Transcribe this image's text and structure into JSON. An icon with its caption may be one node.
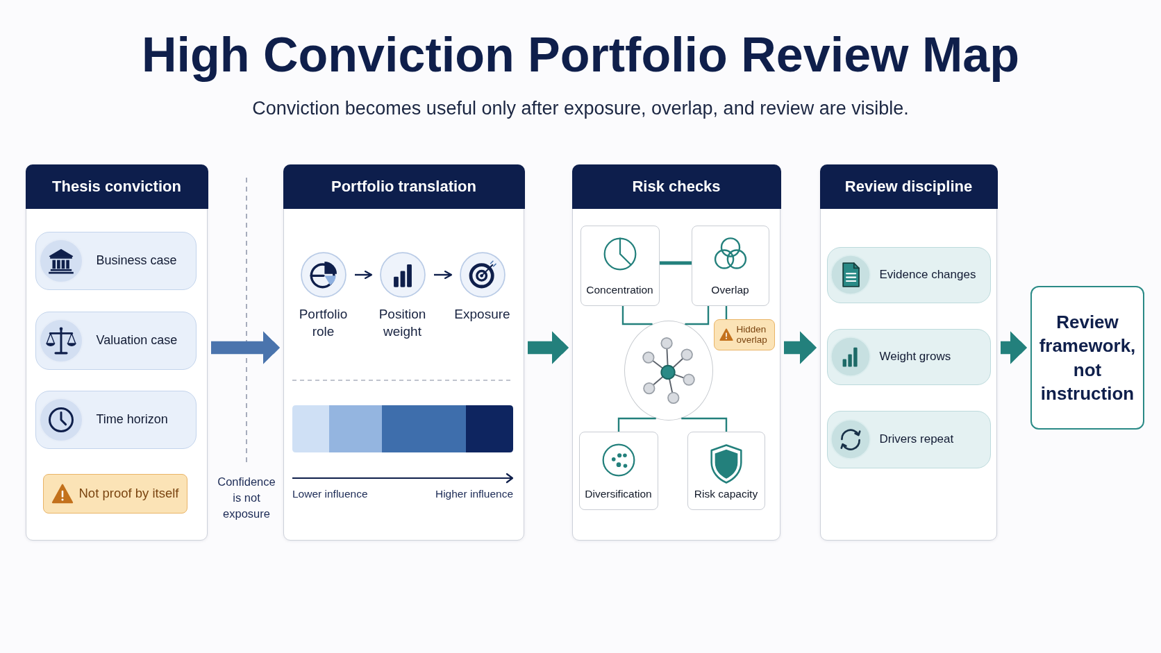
{
  "diagram": {
    "title": "High Conviction Portfolio Review Map",
    "nodes": [
      {
        "text": [
          "Thesis conviction"
        ]
      },
      {
        "text": [
          "Business case"
        ],
        "in": 0
      },
      {
        "text": [
          "Valuation case"
        ],
        "in": 0
      },
      {
        "text": [
          "Time horizon"
        ],
        "in": 0
      },
      {
        "text": [
          "Not proof by itself"
        ],
        "in": 0
      },
      {
        "text": [
          "Portfolio translation"
        ]
      },
      {
        "text": [
          "Portfolio role"
        ],
        "in": 5
      },
      {
        "text": [
          "Position weight"
        ],
        "in": 5
      },
      {
        "text": [
          "Exposure"
        ],
        "in": 5
      },
      {
        "text": [
          "Risk checks"
        ]
      },
      {
        "text": [
          "Concentration"
        ],
        "in": 9
      },
      {
        "text": [
          "Overlap"
        ],
        "in": 9
      },
      {
        "text": [],
        "shape": "circle",
        "in": 9
      },
      {
        "text": [
          "Hidden overlap"
        ],
        "in": 9
      },
      {
        "text": [
          "Diversification"
        ],
        "in": 9
      },
      {
        "text": [
          "Risk capacity"
        ],
        "in": 9
      },
      {
        "text": [
          "Review discipline"
        ]
      },
      {
        "text": [
          "Evidence changes"
        ],
        "in": 16
      },
      {
        "text": [
          "Weight grows"
        ],
        "in": 16
      },
      {
        "text": [
          "Drivers repeat"
        ],
        "in": 16
      },
      {
        "text": [
          "Review framework, not instruction"
        ]
      }
    ],
    "edges": [
      {
        "from": 0,
        "to": 5,
        "arrow": "to",
        "style": "thick",
        "color": "#4a74ad"
      },
      {
        "from": 6,
        "to": 7,
        "arrow": "to",
        "color": "#0f1f4b"
      },
      {
        "from": 7,
        "to": 8,
        "arrow": "to",
        "color": "#0f1f4b"
      },
      {
        "from": 5,
        "to": 9,
        "arrow": "to",
        "style": "thick"
      },
      {
        "from": 10,
        "to": 11,
        "arrow": "none",
        "style": "thick"
      },
      {
        "from": 10,
        "to": 12,
        "arrow": "none"
      },
      {
        "from": 11,
        "to": 12,
        "arrow": "none"
      },
      {
        "from": 11,
        "to": 13,
        "arrow": "none"
      },
      {
        "from": 12,
        "to": 14,
        "arrow": "none"
      },
      {
        "from": 12,
        "to": 15,
        "arrow": "none"
      },
      {
        "from": 9,
        "to": 16,
        "arrow": "to",
        "style": "thick"
      },
      {
        "from": 16,
        "to": 20,
        "arrow": "to",
        "style": "thick"
      }
    ],
    "labels": [
      "Conviction becomes useful only after exposure, overlap, and review are visible.",
      "Confidence is not exposure",
      "Lower influence",
      "Higher influence"
    ]
  }
}
